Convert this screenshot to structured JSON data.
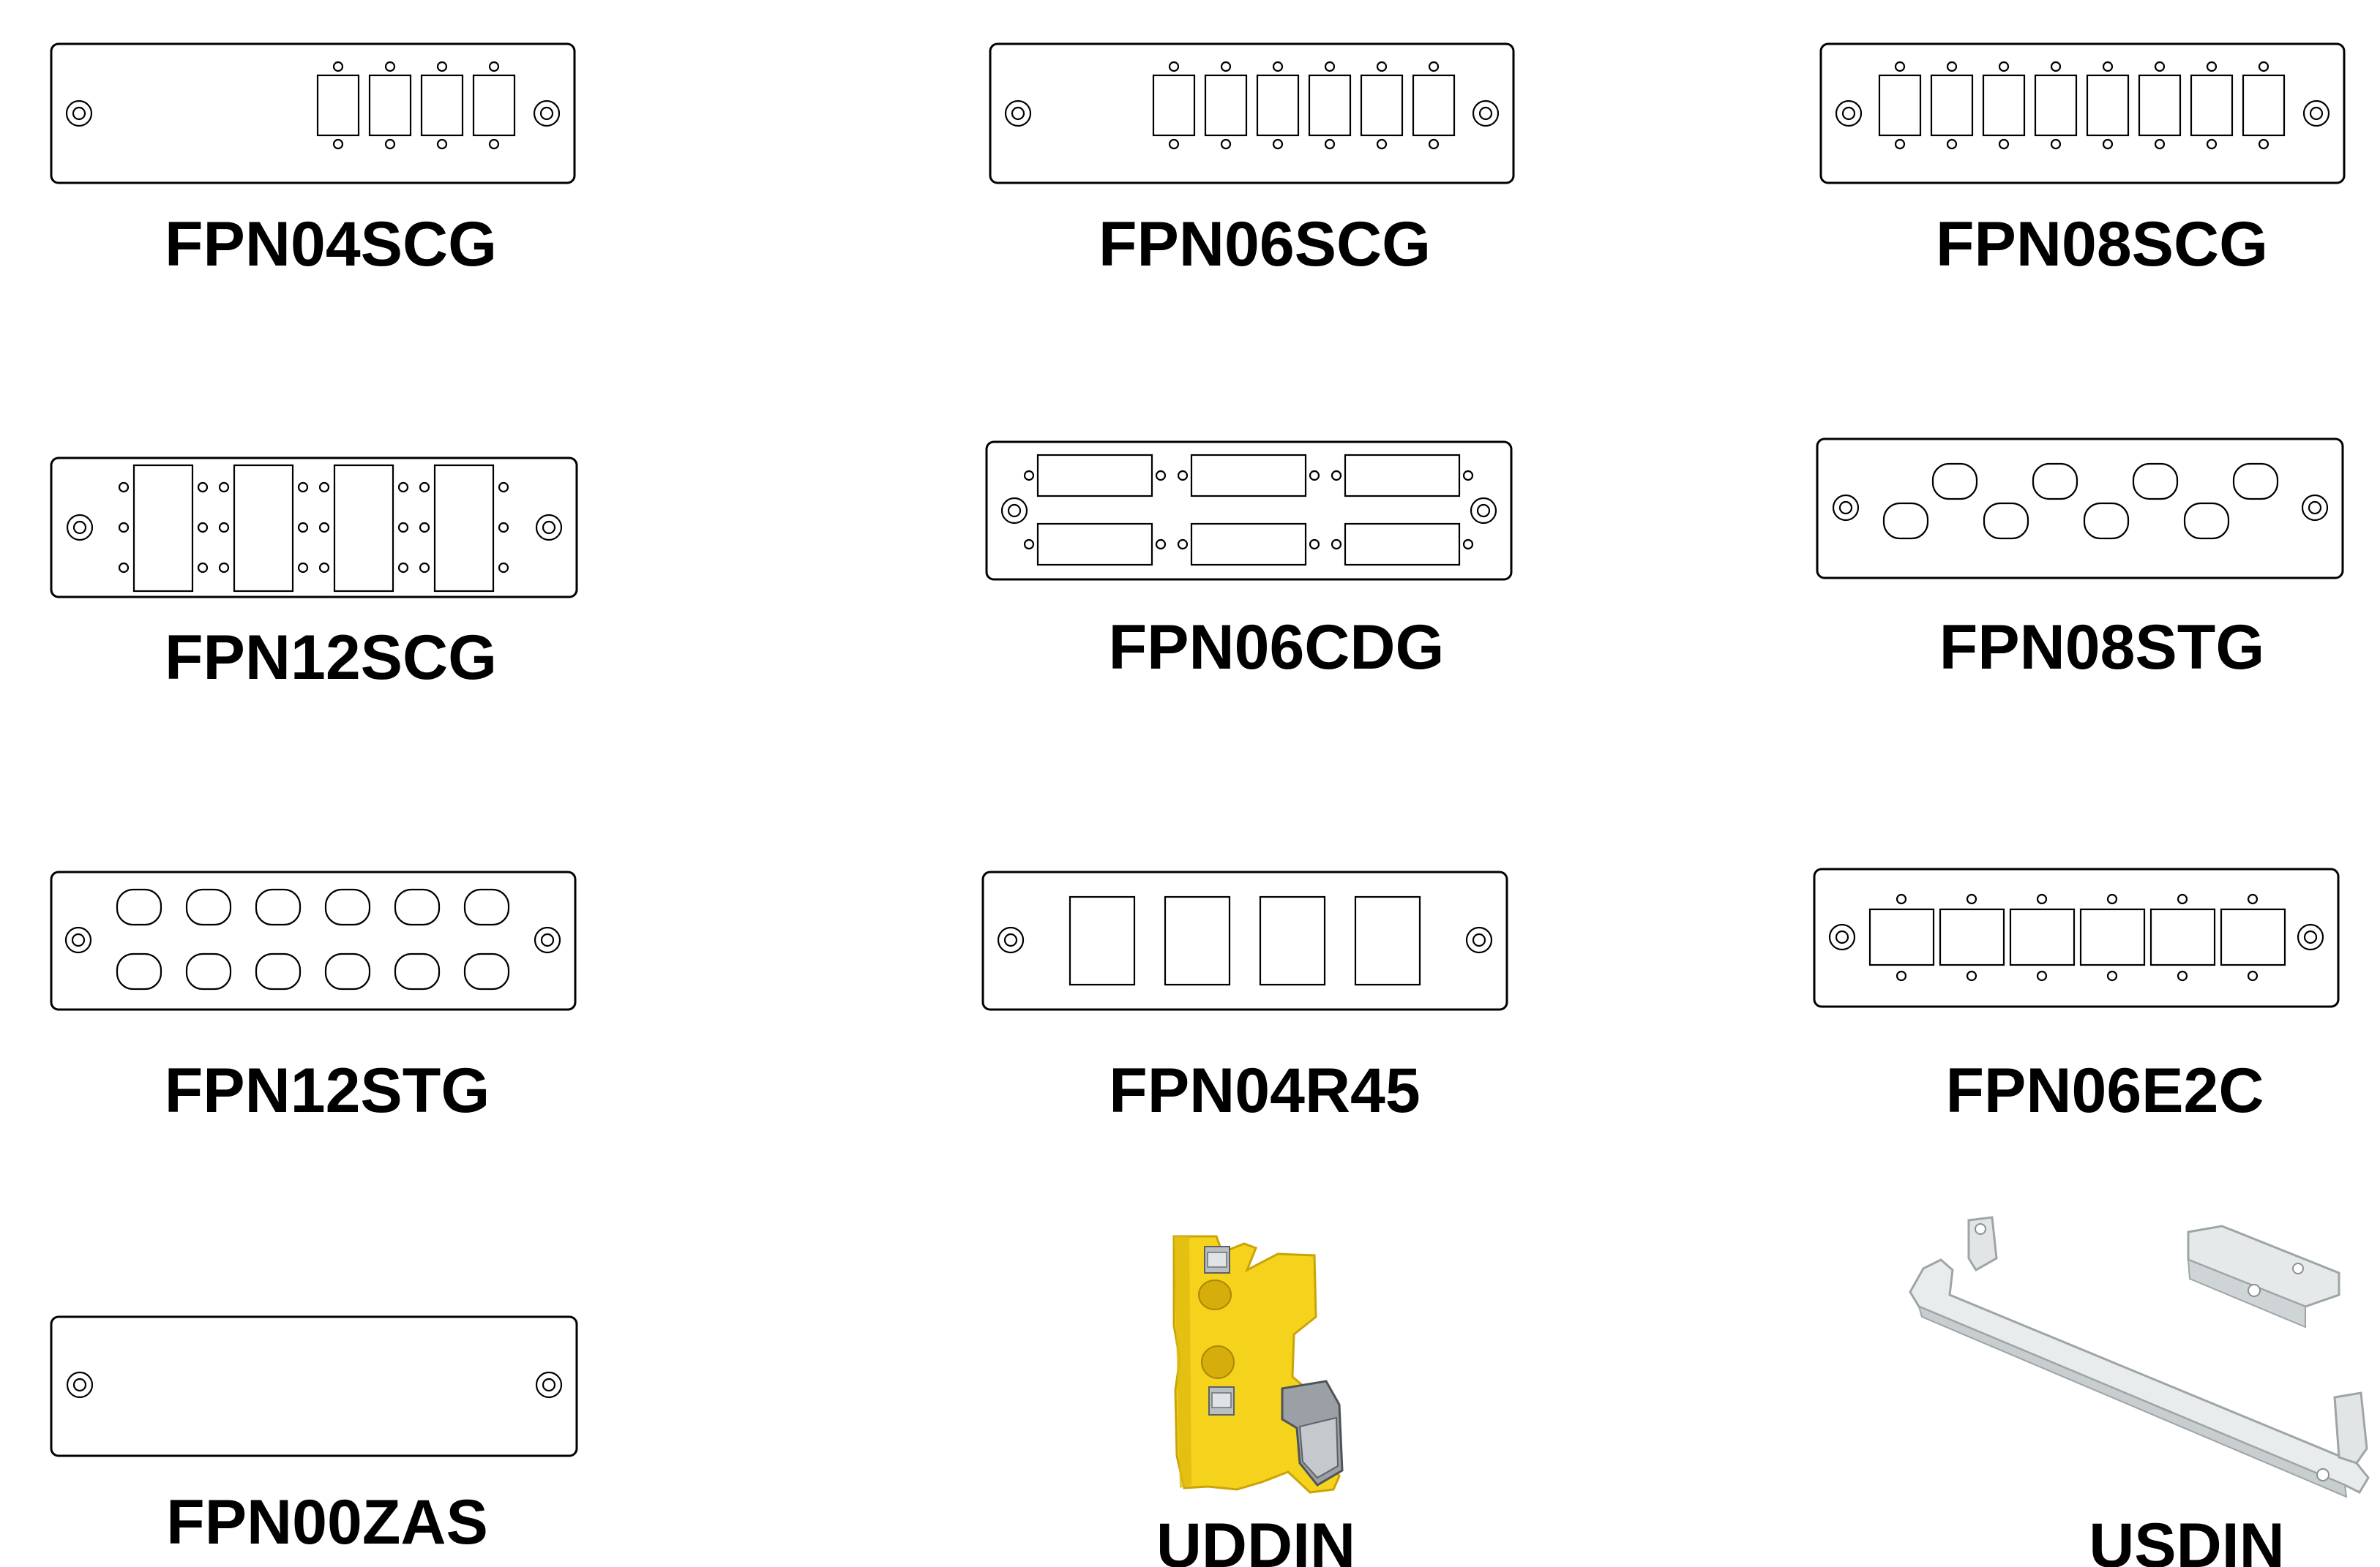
{
  "catalog": {
    "items": [
      {
        "code": "FPN04SCG"
      },
      {
        "code": "FPN06SCG"
      },
      {
        "code": "FPN08SCG"
      },
      {
        "code": "FPN12SCG"
      },
      {
        "code": "FPN06CDG"
      },
      {
        "code": "FPN08STG"
      },
      {
        "code": "FPN12STG"
      },
      {
        "code": "FPN04R45"
      },
      {
        "code": "FPN06E2C"
      },
      {
        "code": "FPN00ZAS"
      },
      {
        "code": "UDDIN"
      },
      {
        "code": "USDIN"
      }
    ]
  },
  "colors": {
    "line": "#000000",
    "background": "#ffffff",
    "din_clip_yellow": "#f5d31c",
    "din_clip_metal": "#9aa0a6",
    "bracket_white": "#e9ecec"
  },
  "icons": [
    "screw-hole-icon",
    "sc-port-icon",
    "st-port-icon",
    "rj45-port-icon",
    "e2000-port-icon",
    "lc-port-icon"
  ]
}
